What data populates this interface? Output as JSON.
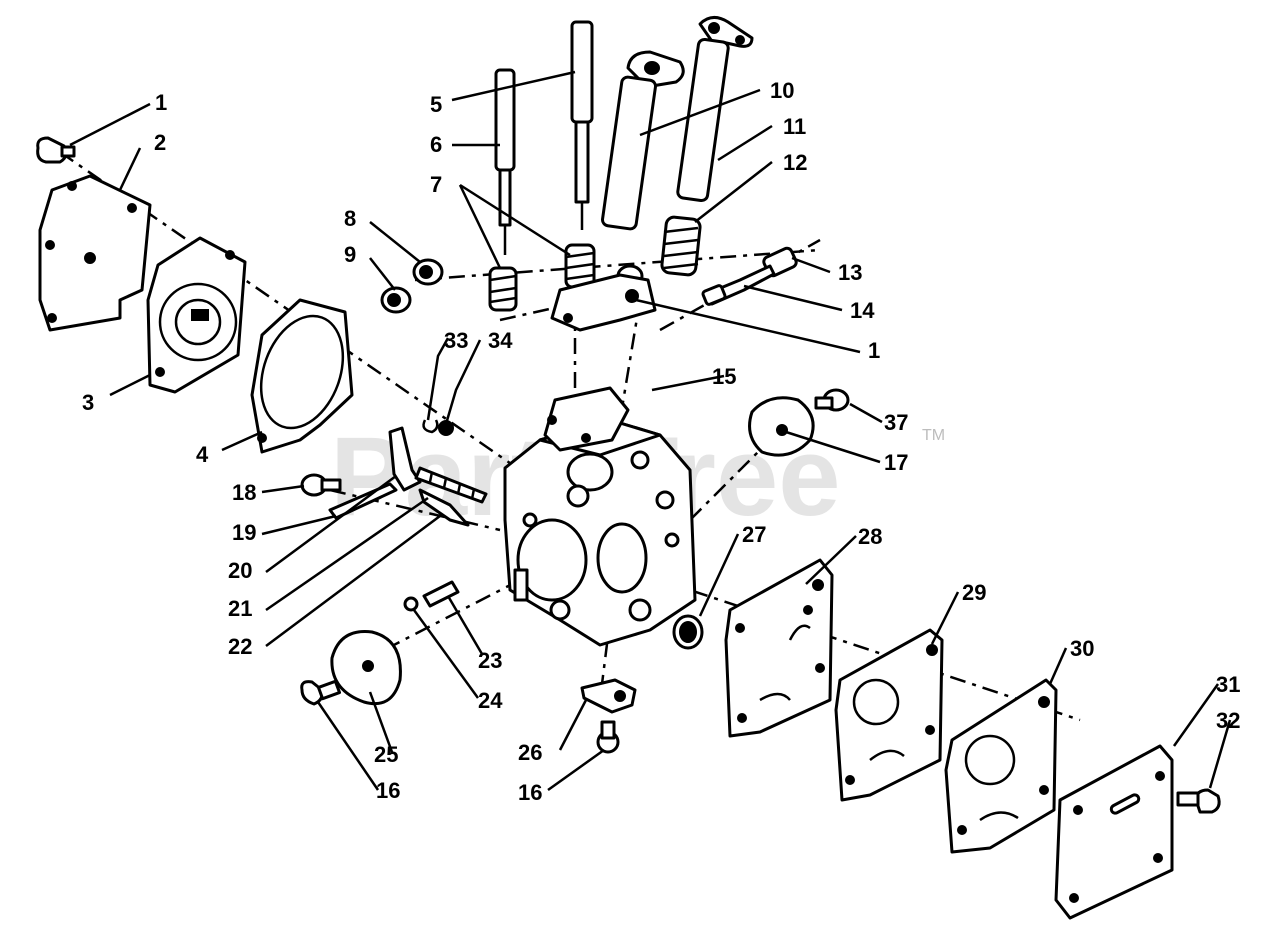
{
  "watermark": {
    "text": "PartsTree",
    "trademark": "TM"
  },
  "labels": {
    "l1a": "1",
    "l2": "2",
    "l3": "3",
    "l4": "4",
    "l5": "5",
    "l6": "6",
    "l7": "7",
    "l8": "8",
    "l9": "9",
    "l10": "10",
    "l11": "11",
    "l12": "12",
    "l13": "13",
    "l14": "14",
    "l1b": "1",
    "l15": "15",
    "l33": "33",
    "l34": "34",
    "l37": "37",
    "l17": "17",
    "l18": "18",
    "l19": "19",
    "l20": "20",
    "l21": "21",
    "l22": "22",
    "l23": "23",
    "l24": "24",
    "l25": "25",
    "l16a": "16",
    "l26": "26",
    "l16b": "16",
    "l27": "27",
    "l28": "28",
    "l29": "29",
    "l30": "30",
    "l31": "31",
    "l32": "32"
  }
}
